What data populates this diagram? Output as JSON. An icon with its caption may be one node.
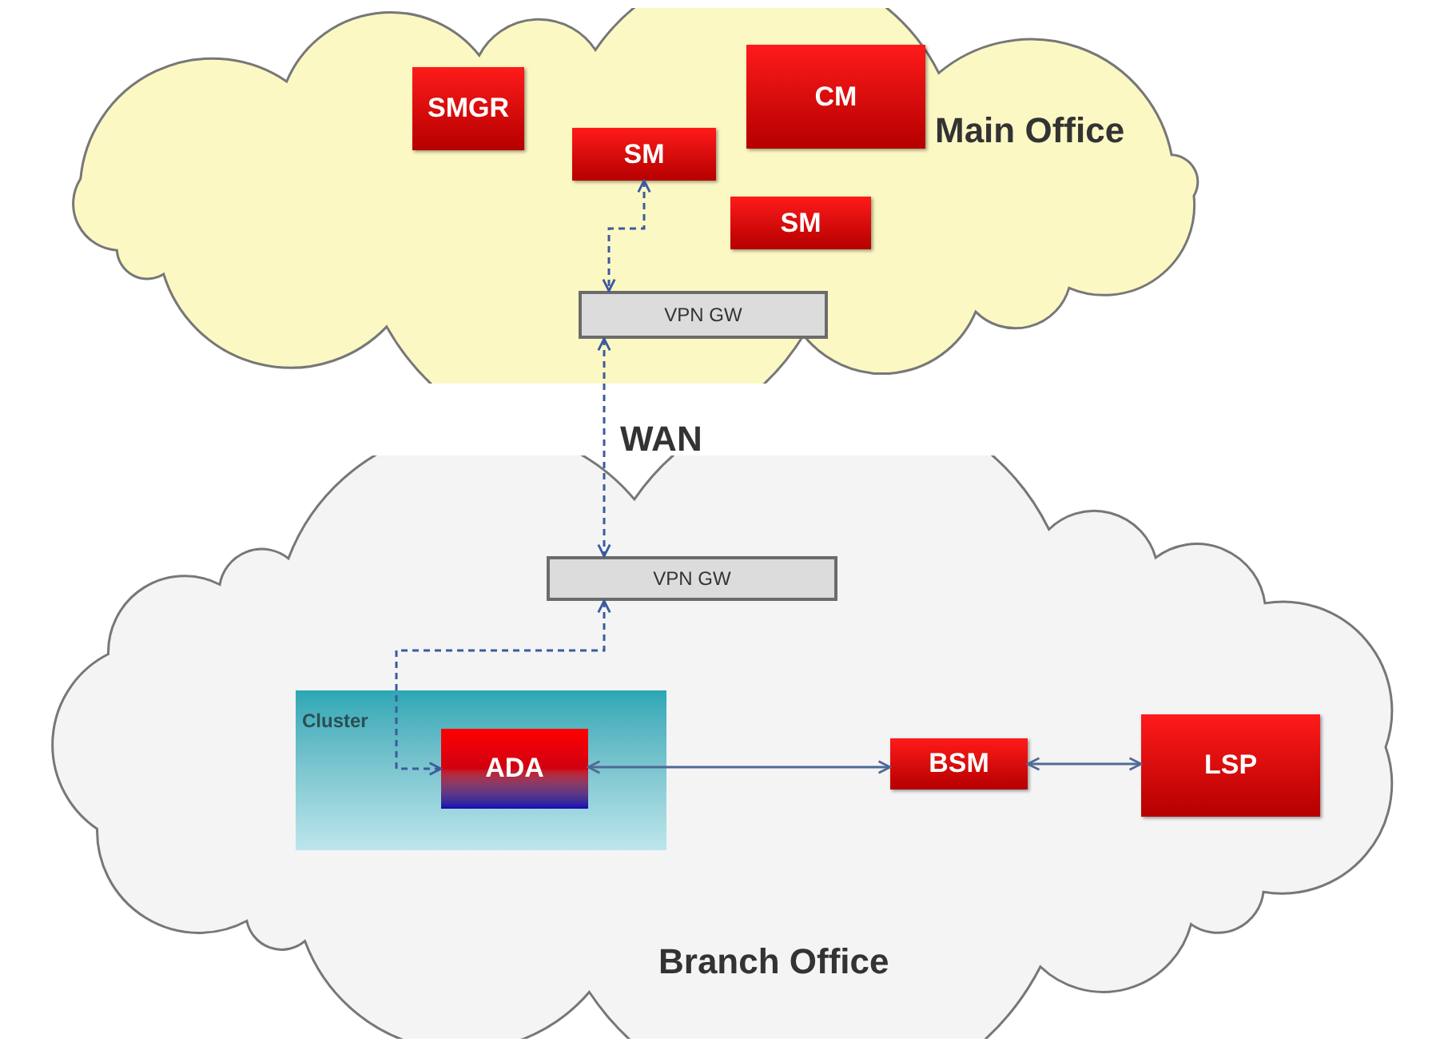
{
  "diagram": {
    "nodes": [
      {
        "text": [
          "Main Office"
        ]
      },
      {
        "text": [
          "SMGR"
        ],
        "in": 0
      },
      {
        "text": [
          "SM"
        ],
        "in": 0
      },
      {
        "text": [
          "CM"
        ],
        "in": 0
      },
      {
        "text": [
          "SM"
        ],
        "in": 0
      },
      {
        "text": [
          "VPN GW"
        ],
        "in": 0
      },
      {
        "text": [
          "Branch Office"
        ]
      },
      {
        "text": [
          "VPN GW"
        ],
        "in": 6
      },
      {
        "text": [
          "Cluster"
        ],
        "in": 6
      },
      {
        "text": [
          "ADA"
        ],
        "in": 8
      },
      {
        "text": [
          "BSM"
        ],
        "in": 6
      },
      {
        "text": [
          "LSP"
        ],
        "in": 6
      }
    ],
    "edges": [
      {
        "from": 2,
        "to": 5,
        "arrow": "both",
        "style": "dashed"
      },
      {
        "from": 5,
        "to": 7,
        "arrow": "both",
        "style": "dashed"
      },
      {
        "from": 7,
        "to": 9,
        "arrow": "both",
        "style": "dashed"
      },
      {
        "from": 9,
        "to": 10,
        "arrow": "both"
      },
      {
        "from": 10,
        "to": 11,
        "arrow": "both"
      }
    ],
    "labels": [
      "WAN"
    ]
  }
}
